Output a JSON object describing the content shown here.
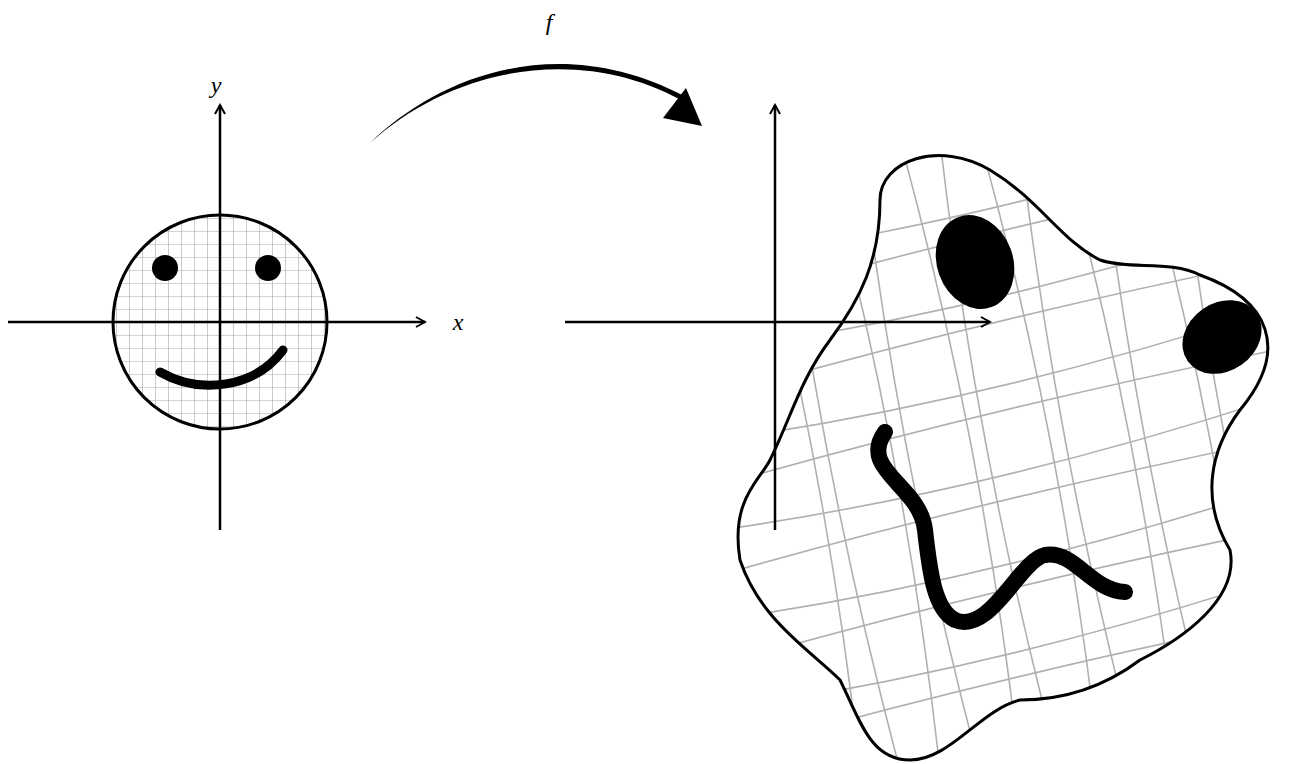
{
  "diagram": {
    "labels": [
      "f",
      "y",
      "x"
    ]
  }
}
